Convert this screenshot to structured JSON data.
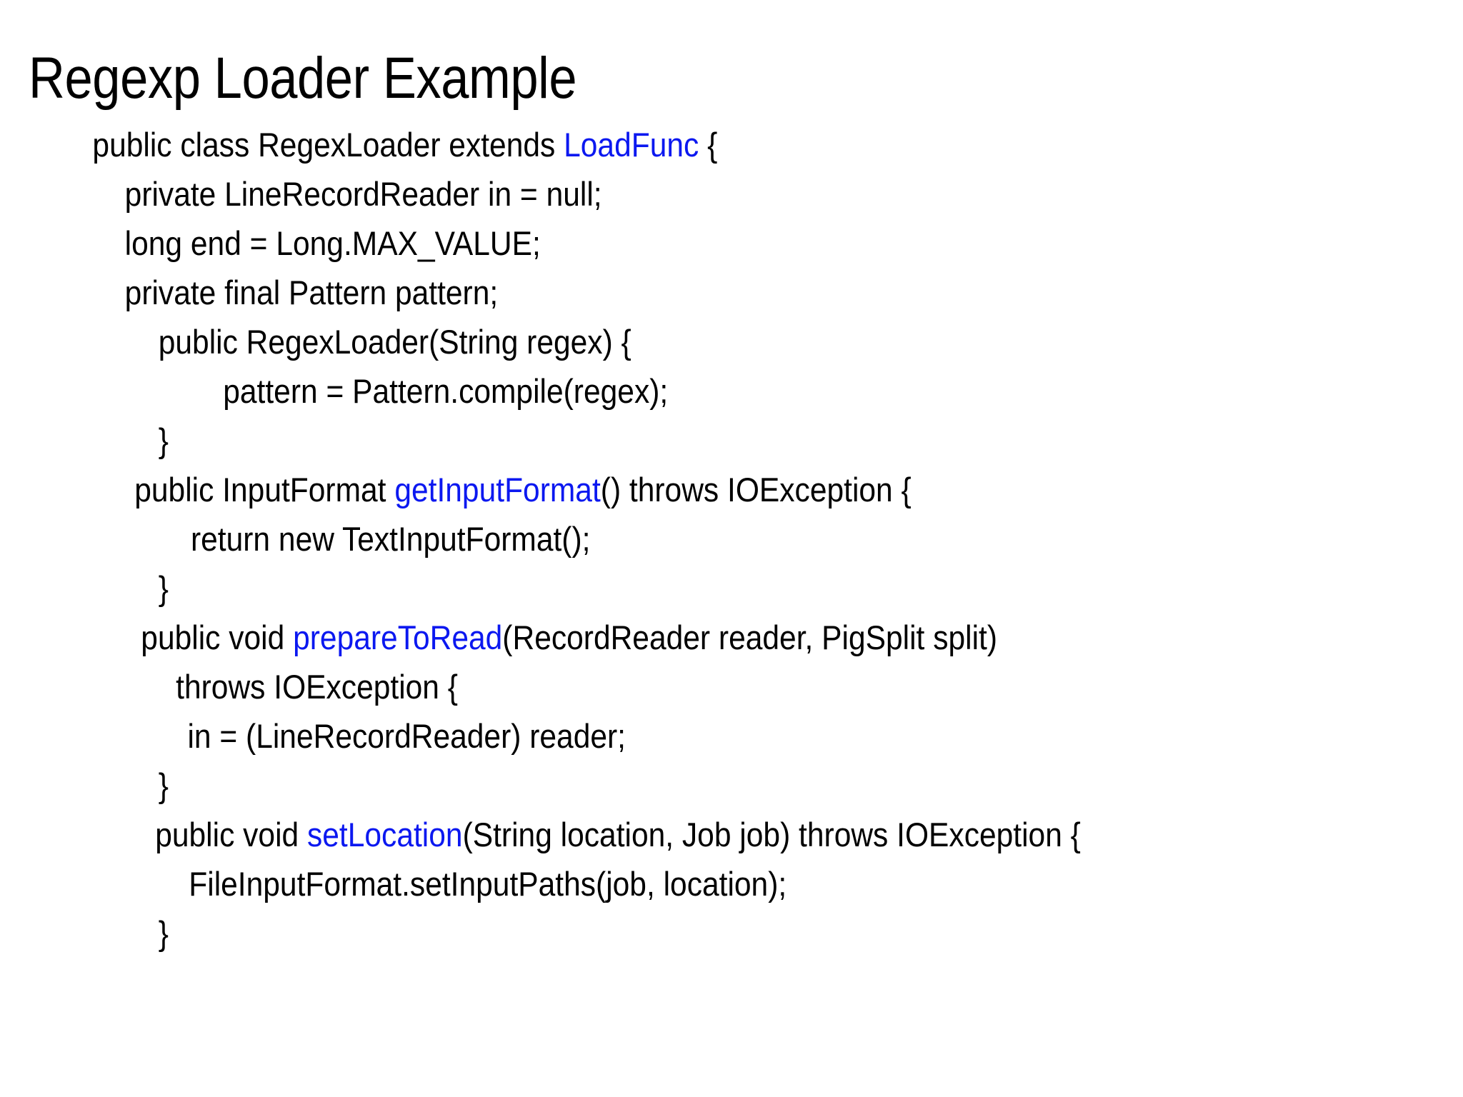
{
  "slide": {
    "title": "Regexp Loader Example",
    "background_color": "#ffffff",
    "text_color": "#000000",
    "accent_color": "#0b18f0"
  },
  "code": {
    "language": "java",
    "lines": [
      {
        "indent": "ind-0",
        "pre": "public class RegexLoader extends ",
        "highlight": "LoadFunc",
        "post": " {"
      },
      {
        "indent": "ind-1",
        "pre": "private LineRecordReader in = null;",
        "highlight": "",
        "post": ""
      },
      {
        "indent": "ind-1",
        "pre": "long end = Long.MAX_VALUE;",
        "highlight": "",
        "post": ""
      },
      {
        "indent": "ind-1",
        "pre": "private final Pattern pattern;",
        "highlight": "",
        "post": ""
      },
      {
        "indent": "ind-2",
        "pre": "public RegexLoader(String regex) {",
        "highlight": "",
        "post": ""
      },
      {
        "indent": "ind-3",
        "pre": "pattern = Pattern.compile(regex);",
        "highlight": "",
        "post": ""
      },
      {
        "indent": "ind-b1",
        "pre": "}",
        "highlight": "",
        "post": ""
      },
      {
        "indent": "ind-pm",
        "pre": "public InputFormat ",
        "highlight": "getInputFormat",
        "post": "() throws IOException {"
      },
      {
        "indent": "ind-r",
        "pre": "return new TextInputFormat();",
        "highlight": "",
        "post": ""
      },
      {
        "indent": "ind-b1",
        "pre": "}",
        "highlight": "",
        "post": ""
      },
      {
        "indent": "ind-pv",
        "pre": "public void ",
        "highlight": "prepareToRead",
        "post": "(RecordReader reader, PigSplit split)"
      },
      {
        "indent": "ind-th",
        "pre": "throws IOException {",
        "highlight": "",
        "post": ""
      },
      {
        "indent": "ind-in",
        "pre": "in = (LineRecordReader) reader;",
        "highlight": "",
        "post": ""
      },
      {
        "indent": "ind-b1",
        "pre": "}",
        "highlight": "",
        "post": ""
      },
      {
        "indent": "ind-sl",
        "pre": "public void ",
        "highlight": "setLocation",
        "post": "(String location, Job job) throws IOException {"
      },
      {
        "indent": "ind-fi",
        "pre": "FileInputFormat.setInputPaths(job, location);",
        "highlight": "",
        "post": ""
      },
      {
        "indent": "ind-b1",
        "pre": "}",
        "highlight": "",
        "post": ""
      }
    ]
  }
}
